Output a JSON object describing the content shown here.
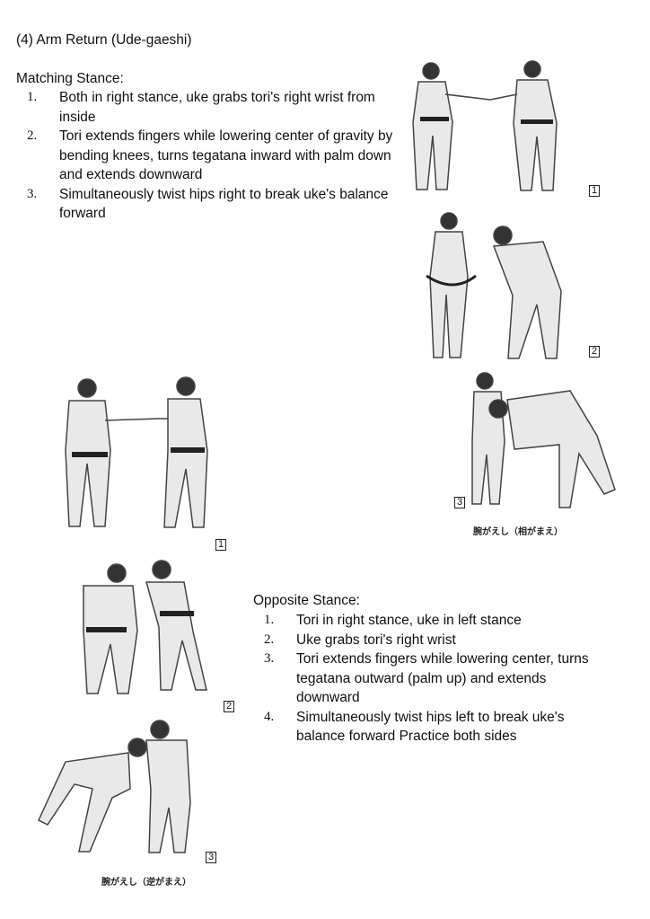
{
  "title": "(4) Arm Return (Ude-gaeshi)",
  "matching": {
    "heading": "Matching Stance:",
    "steps": [
      {
        "n": "1.",
        "text": "Both in right stance, uke grabs tori's right wrist from inside"
      },
      {
        "n": "2.",
        "text": "Tori extends fingers while lowering center of gravity by bending knees, turns tegatana inward with palm down and extends downward"
      },
      {
        "n": "3.",
        "text": "Simultaneously twist hips right to break uke's balance forward"
      }
    ],
    "photo_numbers": [
      "1",
      "2",
      "3"
    ],
    "caption": "腕がえし（相がまえ）"
  },
  "opposite": {
    "heading": "Opposite Stance:",
    "steps": [
      {
        "n": "1.",
        "text": "Tori in right stance, uke in left stance"
      },
      {
        "n": "2.",
        "text": "Uke grabs tori's right wrist"
      },
      {
        "n": "3.",
        "text": "Tori extends fingers while lowering center, turns tegatana outward (palm up) and extends downward"
      },
      {
        "n": "4.",
        "text": "Simultaneously twist hips left to break uke's balance forward Practice both sides"
      }
    ],
    "photo_numbers": [
      "1",
      "2",
      "3"
    ],
    "caption": "腕がえし（逆がまえ）"
  }
}
